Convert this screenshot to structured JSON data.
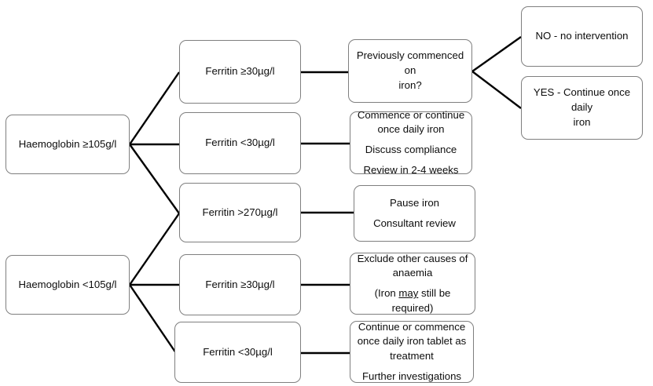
{
  "diagram": {
    "title": "Haemoglobin and ferritin iron management flowchart",
    "line_color": "#000000",
    "box_border_color": "#7f7f7f",
    "text_color": "#0d0d0d",
    "background": "#ffffff"
  },
  "nodes": {
    "hb_high": {
      "text": "Haemoglobin ≥105g/l"
    },
    "hb_low": {
      "text": "Haemoglobin <105g/l"
    },
    "ferritin_high_top": {
      "text": "Ferritin ≥30µg/l"
    },
    "ferritin_low_top": {
      "text": "Ferritin <30µg/l"
    },
    "ferritin_270": {
      "text": "Ferritin >270µg/l"
    },
    "ferritin_high_bottom": {
      "text": "Ferritin ≥30µg/l"
    },
    "ferritin_low_bottom": {
      "text": "Ferritin <30µg/l"
    },
    "previously_commenced": {
      "line1": "Previously commenced on",
      "line2": "iron?"
    },
    "commence_continue": {
      "line1": "Commence or continue",
      "line2": "once daily iron",
      "line3": "Discuss compliance",
      "line4": "Review in 2-4 weeks"
    },
    "pause_iron": {
      "line1": "Pause iron",
      "line2": "Consultant review"
    },
    "exclude_causes": {
      "line1": "Exclude other causes of",
      "line2": "anaemia",
      "line3_pre": "(Iron ",
      "line3_em": "may",
      "line3_post": " still be required)"
    },
    "continue_commence": {
      "line1": "Continue or commence",
      "line2": "once daily iron tablet as",
      "line3": "treatment",
      "line4": "Further investigations"
    },
    "answer_no": {
      "text": "NO - no intervention"
    },
    "answer_yes": {
      "line1": "YES - Continue once daily",
      "line2": "iron"
    }
  }
}
